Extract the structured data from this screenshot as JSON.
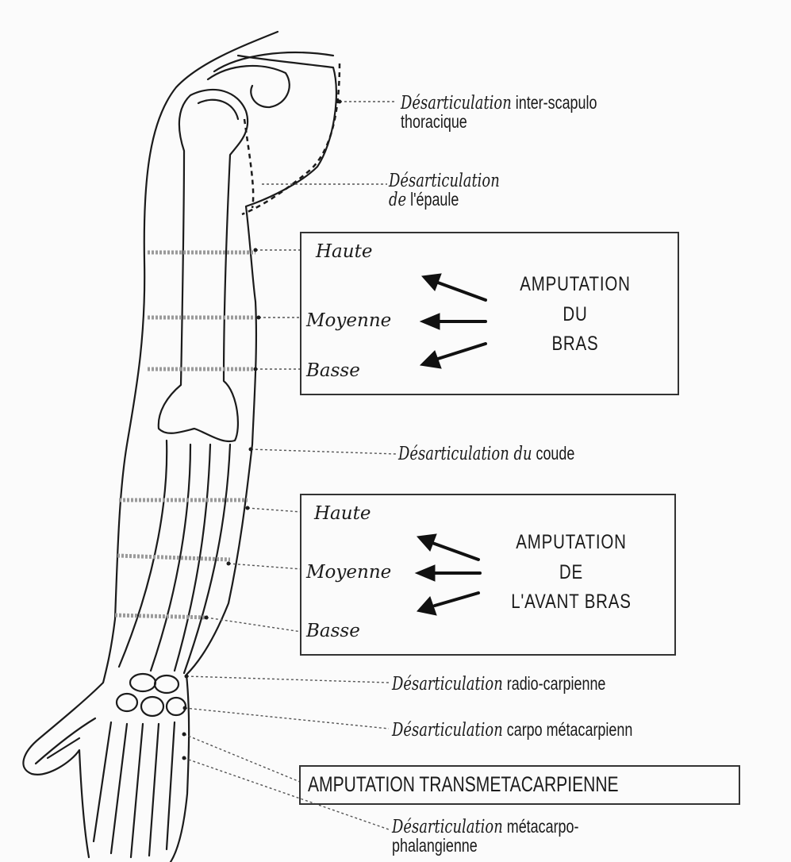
{
  "labels": {
    "inter_scapulo": {
      "italic": "Désarticulation",
      "rest": "inter-scapulo",
      "line2": "thoracique"
    },
    "epaule": {
      "italic": "Désarticulation",
      "line2_italic": "de",
      "line2_rest": "l'épaule"
    },
    "coude": {
      "italic": "Désarticulation du",
      "rest": "coude"
    },
    "radio_carpienne": {
      "italic": "Désarticulation",
      "rest": "radio-carpienne"
    },
    "carpo_metacarpienne": {
      "italic": "Désarticulation",
      "rest": "carpo métacarpienn"
    },
    "metacarpo_phalangienne": {
      "italic": "Désarticulation",
      "rest": "métacarpo-",
      "line2": "phalangienne"
    }
  },
  "box_bras": {
    "levels": [
      "Haute",
      "Moyenne",
      "Basse"
    ],
    "title_lines": [
      "AMPUTATION",
      "DU",
      "BRAS"
    ]
  },
  "box_avant_bras": {
    "levels": [
      "Haute",
      "Moyenne",
      "Basse"
    ],
    "title_lines": [
      "AMPUTATION",
      "DE",
      "L'AVANT BRAS"
    ]
  },
  "transmetacarpienne": "AMPUTATION TRANSMETACARPIENNE",
  "colors": {
    "ink": "#1b1b1b",
    "paper": "#fbfbfb",
    "hatch": "#9a9a9a"
  }
}
